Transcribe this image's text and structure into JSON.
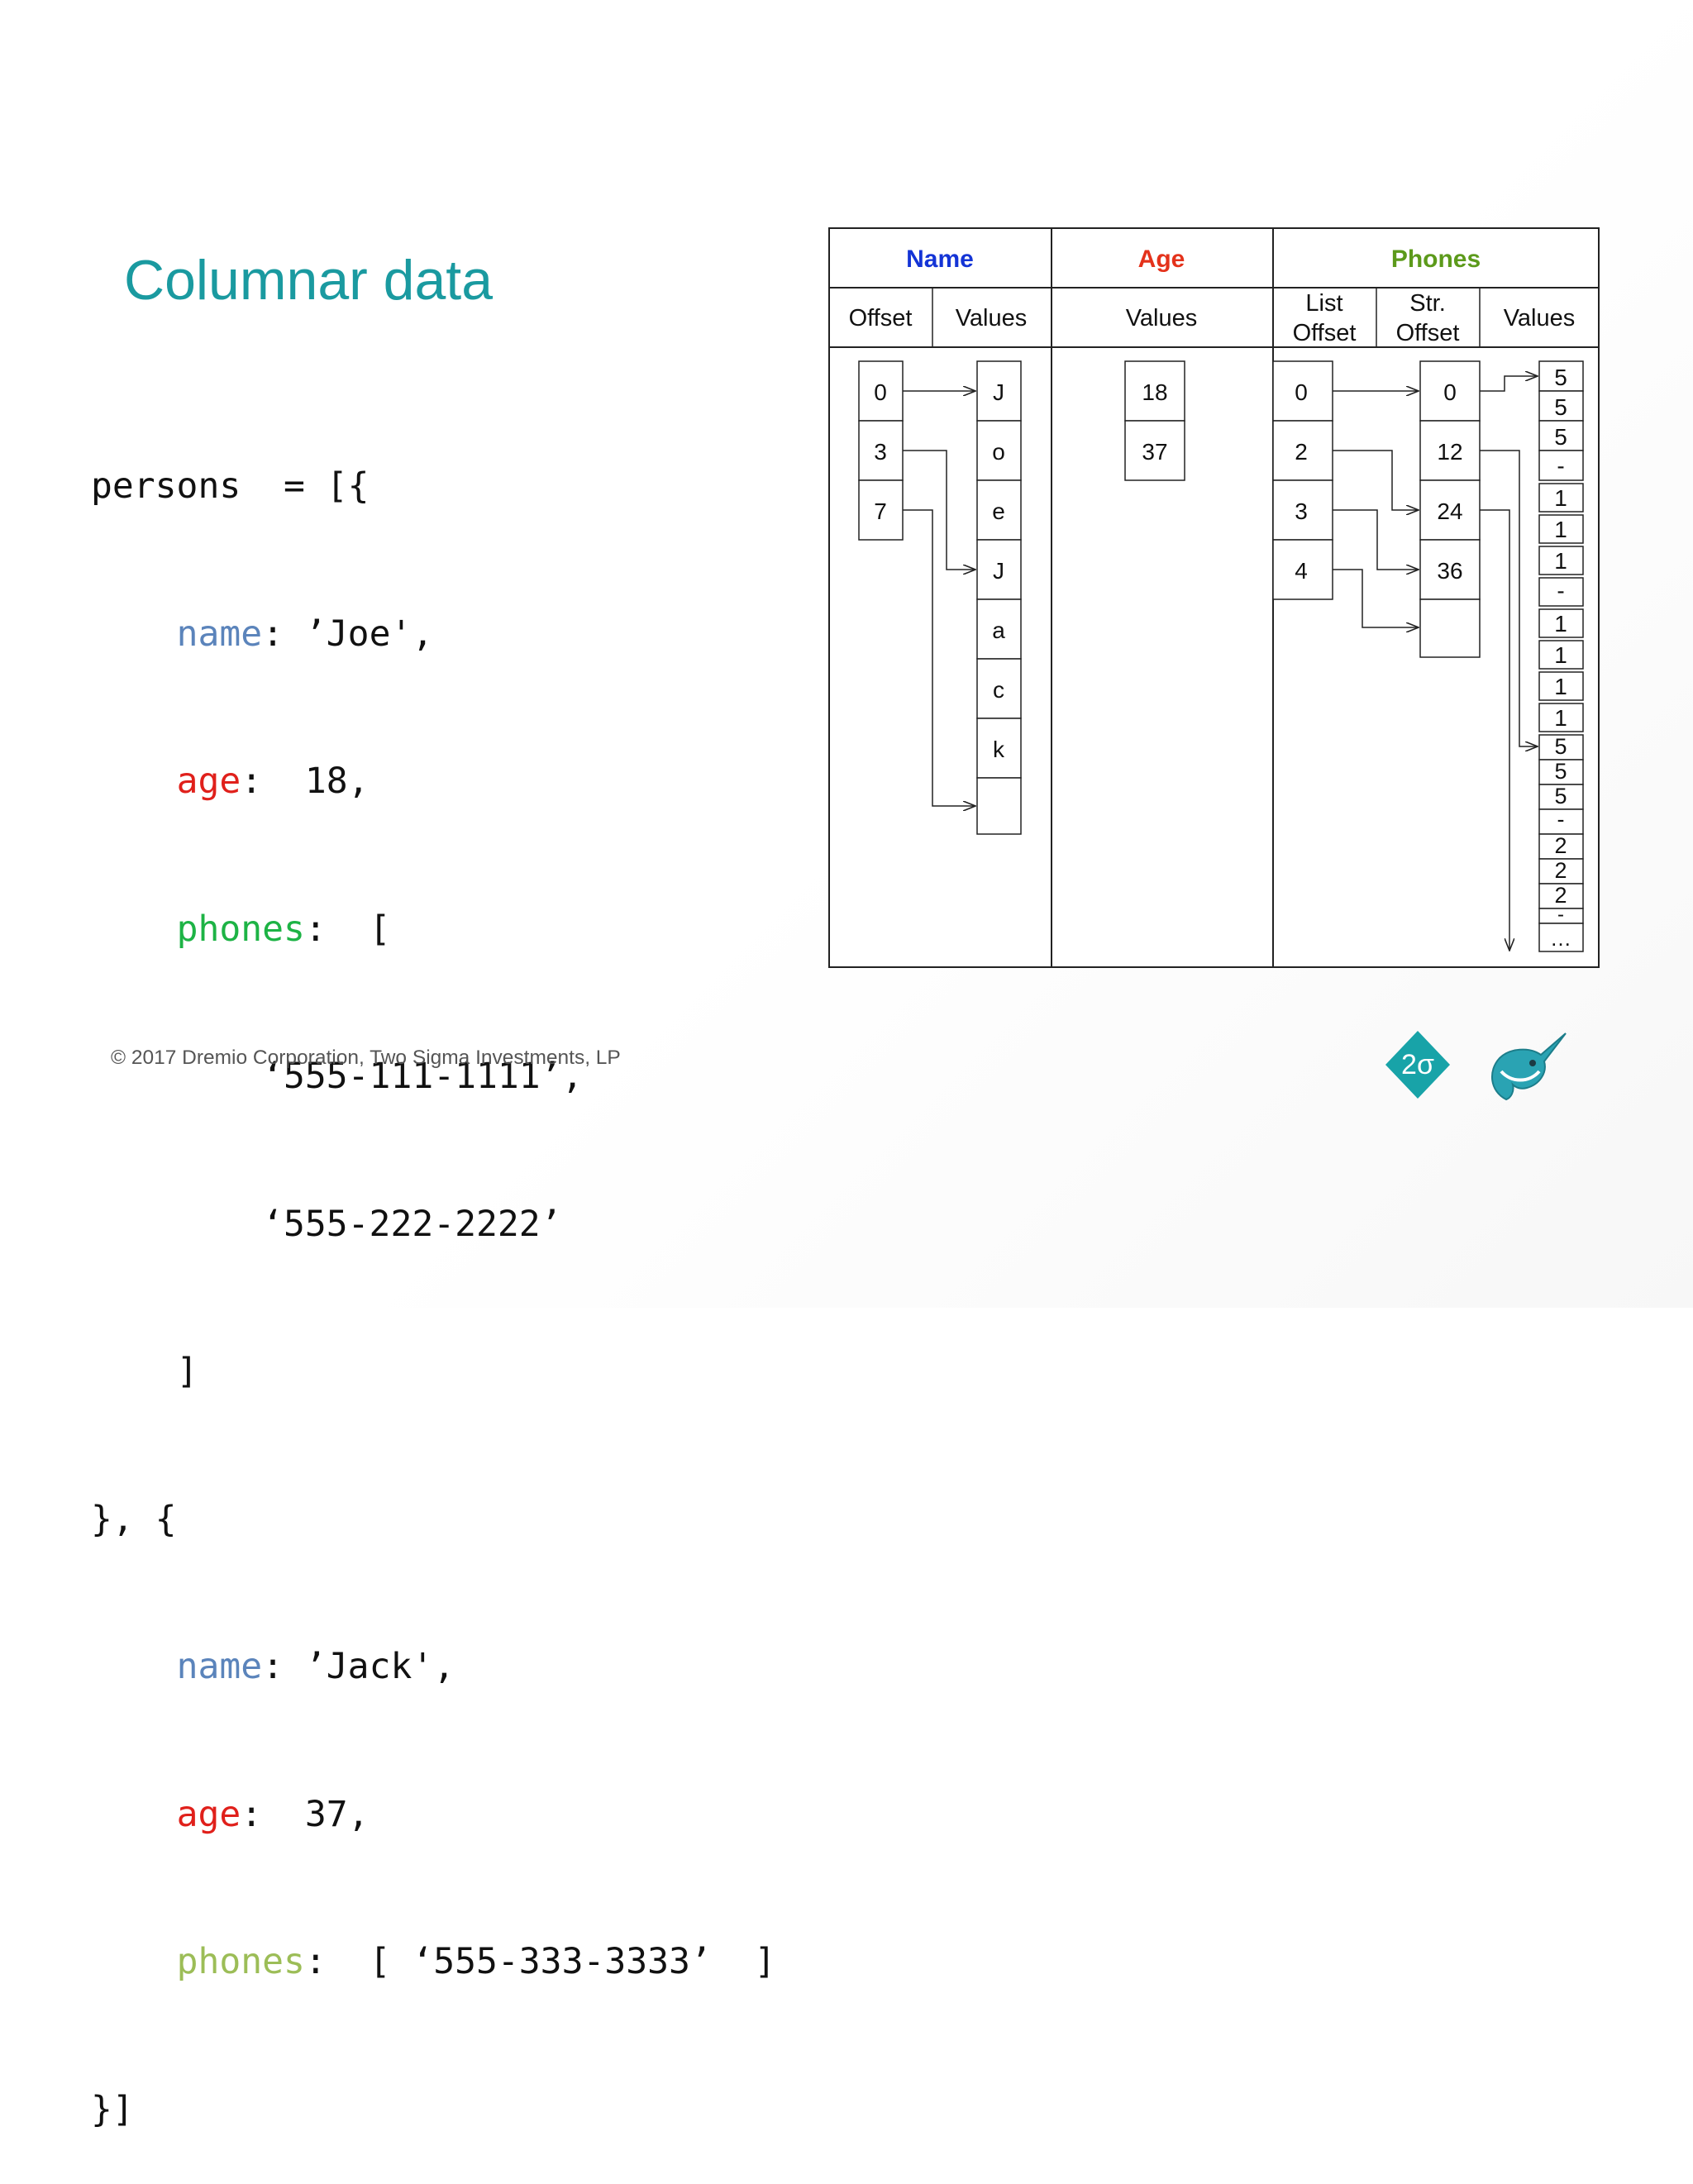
{
  "slide": {
    "title": "Columnar data",
    "copyright": "© 2017 Dremio Corporation, Two Sigma Investments, LP"
  },
  "code": {
    "l1_text": "persons  = [{",
    "l2_key": "name",
    "l2_rest": ": ’Joe',",
    "l3_key": "age",
    "l3_rest": ":  18,",
    "l4_key": "phones",
    "l4_rest": ":  [",
    "l5_text": "‘555-111-1111’,",
    "l6_text": "‘555-222-2222’",
    "l7_text": "]",
    "l8_text": "}, {",
    "l9_key": "name",
    "l9_rest": ": ’Jack',",
    "l10_key": "age",
    "l10_rest": ":  37,",
    "l11_key": "phones",
    "l11_rest": ":  [ ‘555-333-3333’  ]",
    "l12_text": "}]"
  },
  "diagram": {
    "headers": {
      "name": "Name",
      "age": "Age",
      "phones": "Phones"
    },
    "subheaders": {
      "name_offset": "Offset",
      "name_values": "Values",
      "age_values": "Values",
      "list_offset_1": "List",
      "list_offset_2": "Offset",
      "str_offset_1": "Str.",
      "str_offset_2": "Offset",
      "phone_values": "Values"
    },
    "name_offsets": [
      "0",
      "3",
      "7"
    ],
    "name_values": [
      "J",
      "o",
      "e",
      "J",
      "a",
      "c",
      "k",
      ""
    ],
    "age_values": [
      "18",
      "37"
    ],
    "list_offsets": [
      "0",
      "2",
      "3",
      "4"
    ],
    "str_offsets": [
      "0",
      "12",
      "24",
      "36",
      ""
    ],
    "phone_chars": [
      "5",
      "5",
      "5",
      "-",
      "1",
      "1",
      "1",
      "-",
      "1",
      "1",
      "1",
      "1",
      "5",
      "5",
      "5",
      "-",
      "2",
      "2",
      "2",
      "-",
      "…"
    ]
  },
  "colors": {
    "title": "#1a9aa0",
    "name_header": "#1434d6",
    "age_header": "#e4321b",
    "phones_header": "#5c9a1b"
  },
  "logos": {
    "sigma": "2σ",
    "narwhal": "narwhal-icon"
  }
}
